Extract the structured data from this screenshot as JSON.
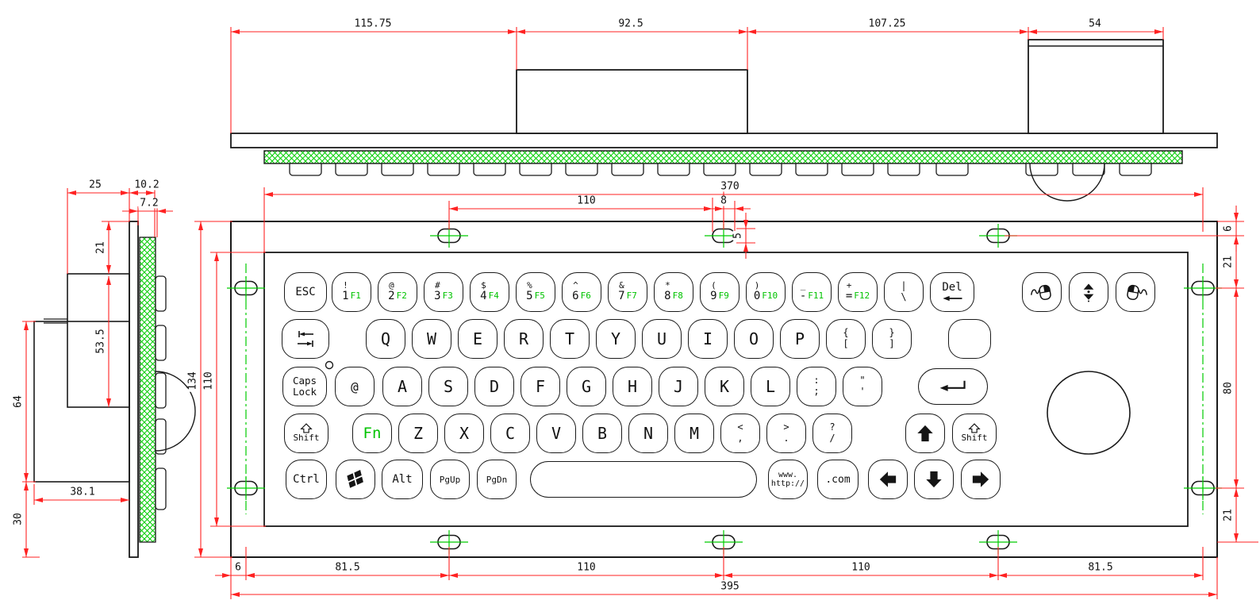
{
  "document": {
    "kind": "CAD technical drawing",
    "subject": "Industrial panel-mount metal keyboard with trackball and mouse keys, three orthographic views with dimensions"
  },
  "colors": {
    "line": "#1a1a1a",
    "dim_line": "#ff2222",
    "dim_text": "#111111",
    "green": "#00cc00",
    "fn_green": "#00c300",
    "background": "#ffffff"
  },
  "top_view": {
    "name": "top edge view",
    "dims": [
      {
        "id": "tv-0",
        "value": "115.75"
      },
      {
        "id": "tv-1",
        "value": "92.5"
      },
      {
        "id": "tv-2",
        "value": "107.25"
      },
      {
        "id": "tv-3",
        "value": "54"
      }
    ]
  },
  "side_view": {
    "name": "left side view",
    "dims": [
      {
        "id": "sv-0",
        "value": "25"
      },
      {
        "id": "sv-1",
        "value": "10.2"
      },
      {
        "id": "sv-2",
        "value": "7.2"
      },
      {
        "id": "sv-3",
        "value": "21"
      },
      {
        "id": "sv-4",
        "value": "53.5"
      },
      {
        "id": "sv-5",
        "value": "64"
      },
      {
        "id": "sv-6",
        "value": "38.1"
      },
      {
        "id": "sv-7",
        "value": "30"
      }
    ]
  },
  "front_view": {
    "name": "front face view",
    "dims": [
      {
        "id": "fv-0",
        "value": "370"
      },
      {
        "id": "fv-1",
        "value": "110"
      },
      {
        "id": "fv-2",
        "value": "8"
      },
      {
        "id": "fv-3",
        "value": "5"
      },
      {
        "id": "fv-4",
        "value": "134"
      },
      {
        "id": "fv-5",
        "value": "110"
      },
      {
        "id": "fv-6",
        "value": "6"
      },
      {
        "id": "fv-7",
        "value": "21"
      },
      {
        "id": "fv-8",
        "value": "80"
      },
      {
        "id": "fv-9",
        "value": "21"
      },
      {
        "id": "fv-10",
        "value": "6"
      },
      {
        "id": "fv-11",
        "value": "81.5"
      },
      {
        "id": "fv-12",
        "value": "110"
      },
      {
        "id": "fv-13",
        "value": "110"
      },
      {
        "id": "fv-14",
        "value": "81.5"
      },
      {
        "id": "fv-15",
        "value": "395"
      }
    ]
  },
  "keyboard": {
    "rows": [
      [
        {
          "kind": "text",
          "label": "ESC",
          "fs": 14
        },
        {
          "kind": "fn",
          "top": "!",
          "bottom": "1",
          "fn": "F1"
        },
        {
          "kind": "fn",
          "top": "@",
          "bottom": "2",
          "fn": "F2"
        },
        {
          "kind": "fn",
          "top": "#",
          "bottom": "3",
          "fn": "F3"
        },
        {
          "kind": "fn",
          "top": "$",
          "bottom": "4",
          "fn": "F4"
        },
        {
          "kind": "fn",
          "top": "%",
          "bottom": "5",
          "fn": "F5"
        },
        {
          "kind": "fn",
          "top": "^",
          "bottom": "6",
          "fn": "F6"
        },
        {
          "kind": "fn",
          "top": "&",
          "bottom": "7",
          "fn": "F7"
        },
        {
          "kind": "fn",
          "top": "*",
          "bottom": "8",
          "fn": "F8"
        },
        {
          "kind": "fn",
          "top": "(",
          "bottom": "9",
          "fn": "F9"
        },
        {
          "kind": "fn",
          "top": ")",
          "bottom": "0",
          "fn": "F10"
        },
        {
          "kind": "fn",
          "top": "_",
          "bottom": "-",
          "fn": "F11"
        },
        {
          "kind": "fn",
          "top": "+",
          "bottom": "=",
          "fn": "F12"
        },
        {
          "kind": "dual",
          "top": "|",
          "bottom": "\\"
        },
        {
          "kind": "icon-below",
          "label": "Del",
          "icon": "backspace-arrow",
          "fs": 14
        }
      ],
      [
        {
          "kind": "icon",
          "icon": "tab"
        },
        {
          "kind": "text",
          "label": "Q"
        },
        {
          "kind": "text",
          "label": "W"
        },
        {
          "kind": "text",
          "label": "E"
        },
        {
          "kind": "text",
          "label": "R"
        },
        {
          "kind": "text",
          "label": "T"
        },
        {
          "kind": "text",
          "label": "Y"
        },
        {
          "kind": "text",
          "label": "U"
        },
        {
          "kind": "text",
          "label": "I"
        },
        {
          "kind": "text",
          "label": "O"
        },
        {
          "kind": "text",
          "label": "P"
        },
        {
          "kind": "dual",
          "top": "{",
          "bottom": "["
        },
        {
          "kind": "dual",
          "top": "}",
          "bottom": "]"
        },
        {
          "kind": "blank"
        }
      ],
      [
        {
          "kind": "lines",
          "lines": [
            "Caps",
            "Lock"
          ]
        },
        {
          "kind": "text",
          "label": "@",
          "fs": 16
        },
        {
          "kind": "text",
          "label": "A"
        },
        {
          "kind": "text",
          "label": "S"
        },
        {
          "kind": "text",
          "label": "D"
        },
        {
          "kind": "text",
          "label": "F"
        },
        {
          "kind": "text",
          "label": "G"
        },
        {
          "kind": "text",
          "label": "H"
        },
        {
          "kind": "text",
          "label": "J"
        },
        {
          "kind": "text",
          "label": "K"
        },
        {
          "kind": "text",
          "label": "L"
        },
        {
          "kind": "dual",
          "top": ":",
          "bottom": ";"
        },
        {
          "kind": "dual",
          "top": "\"",
          "bottom": "'"
        },
        {
          "kind": "icon",
          "icon": "enter-arrow",
          "stadium": true
        }
      ],
      [
        {
          "kind": "icon-above",
          "label": "Shift",
          "icon": "shift-arrow"
        },
        {
          "kind": "text",
          "label": "Fn",
          "green": true,
          "fs": 19
        },
        {
          "kind": "text",
          "label": "Z"
        },
        {
          "kind": "text",
          "label": "X"
        },
        {
          "kind": "text",
          "label": "C"
        },
        {
          "kind": "text",
          "label": "V"
        },
        {
          "kind": "text",
          "label": "B"
        },
        {
          "kind": "text",
          "label": "N"
        },
        {
          "kind": "text",
          "label": "M"
        },
        {
          "kind": "dual",
          "top": "<",
          "bottom": ","
        },
        {
          "kind": "dual",
          "top": ">",
          "bottom": "."
        },
        {
          "kind": "dual",
          "top": "?",
          "bottom": "/"
        },
        {
          "kind": "icon",
          "icon": "arrow-up"
        },
        {
          "kind": "icon-above",
          "label": "Shift",
          "icon": "shift-arrow"
        }
      ],
      [
        {
          "kind": "text",
          "label": "Ctrl",
          "fs": 14
        },
        {
          "kind": "icon",
          "icon": "windows-logo"
        },
        {
          "kind": "text",
          "label": "Alt",
          "fs": 14
        },
        {
          "kind": "text",
          "label": "PgUp",
          "fs": 11
        },
        {
          "kind": "text",
          "label": "PgDn",
          "fs": 11
        },
        {
          "kind": "space"
        },
        {
          "kind": "lines",
          "lines": [
            "www.",
            "http://"
          ],
          "small": true
        },
        {
          "kind": "text",
          "label": ".com",
          "fs": 13
        },
        {
          "kind": "icon",
          "icon": "arrow-left"
        },
        {
          "kind": "icon",
          "icon": "arrow-down"
        },
        {
          "kind": "icon",
          "icon": "arrow-right"
        }
      ]
    ],
    "mouse_keys": [
      {
        "kind": "icon",
        "icon": "mouse-left-click"
      },
      {
        "kind": "icon",
        "icon": "scroll-wheel"
      },
      {
        "kind": "icon",
        "icon": "mouse-right-click"
      }
    ],
    "pointing_device": "trackball",
    "indicator": "led"
  }
}
